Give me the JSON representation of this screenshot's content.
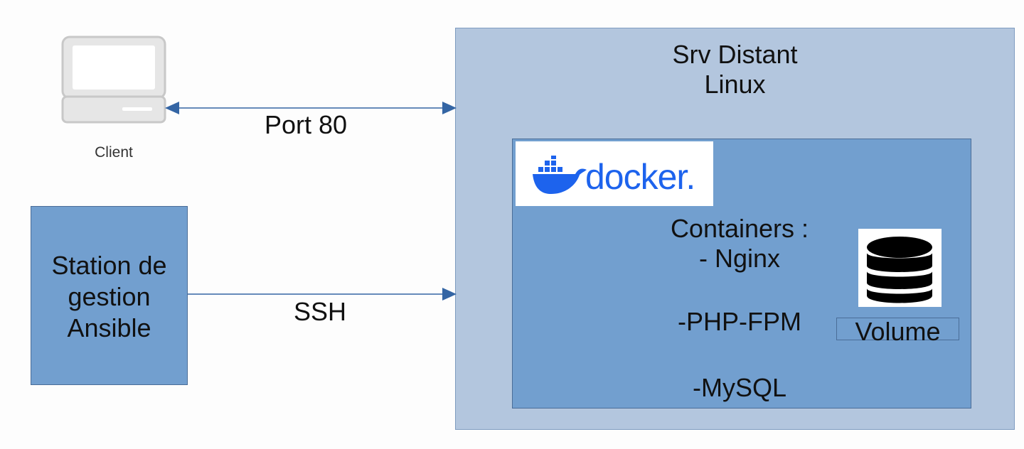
{
  "client": {
    "label": "Client",
    "icon": "desktop-computer-icon"
  },
  "station": {
    "lines": [
      "Station de",
      "gestion",
      "Ansible"
    ]
  },
  "server": {
    "title_line1": "Srv Distant",
    "title_line2": "Linux"
  },
  "docker": {
    "logo_text": "docker.",
    "logo_color": "#1d63ed"
  },
  "containers": {
    "heading": "Containers :",
    "items": [
      "- Nginx",
      "-PHP-FPM",
      "-MySQL"
    ]
  },
  "volume": {
    "label": "Volume",
    "icon": "database-icon"
  },
  "links": {
    "client_server": "Port 80",
    "station_server": "SSH"
  },
  "colors": {
    "server_fill": "#b3c6de",
    "docker_fill": "#729fcf",
    "arrow": "#3465a4"
  }
}
